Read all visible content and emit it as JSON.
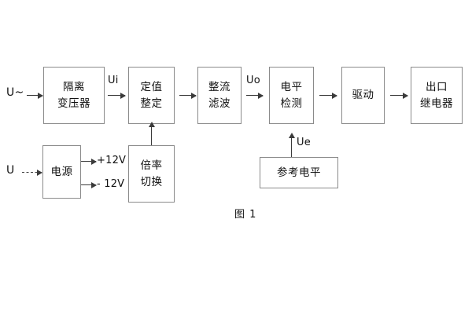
{
  "figure": {
    "caption": "图 1",
    "blocks": [
      {
        "id": "isolation-transformer",
        "lines": [
          "隔离",
          "变压器"
        ]
      },
      {
        "id": "setting-value",
        "lines": [
          "定值",
          "整定"
        ]
      },
      {
        "id": "rectifier-filter",
        "lines": [
          "整流",
          "滤波"
        ]
      },
      {
        "id": "level-detection",
        "lines": [
          "电平",
          "检测"
        ]
      },
      {
        "id": "drive",
        "lines": [
          "驱动"
        ]
      },
      {
        "id": "output-relay",
        "lines": [
          "出口",
          "继电器"
        ]
      },
      {
        "id": "power-supply",
        "lines": [
          "电源"
        ]
      },
      {
        "id": "multiplier-switch",
        "lines": [
          "倍率",
          "切换"
        ]
      },
      {
        "id": "reference-level",
        "lines": [
          "参考电平"
        ]
      }
    ],
    "signals": {
      "input_ac": "U~",
      "input_dc": "U",
      "ui": "Ui",
      "uo": "Uo",
      "ue": "Ue",
      "rail_positive": "+12V",
      "rail_negative": "- 12V"
    },
    "colors": {
      "box_border": "#8a8a8a",
      "connector": "#3a3a3a",
      "text": "#111111",
      "background": "#ffffff"
    }
  }
}
